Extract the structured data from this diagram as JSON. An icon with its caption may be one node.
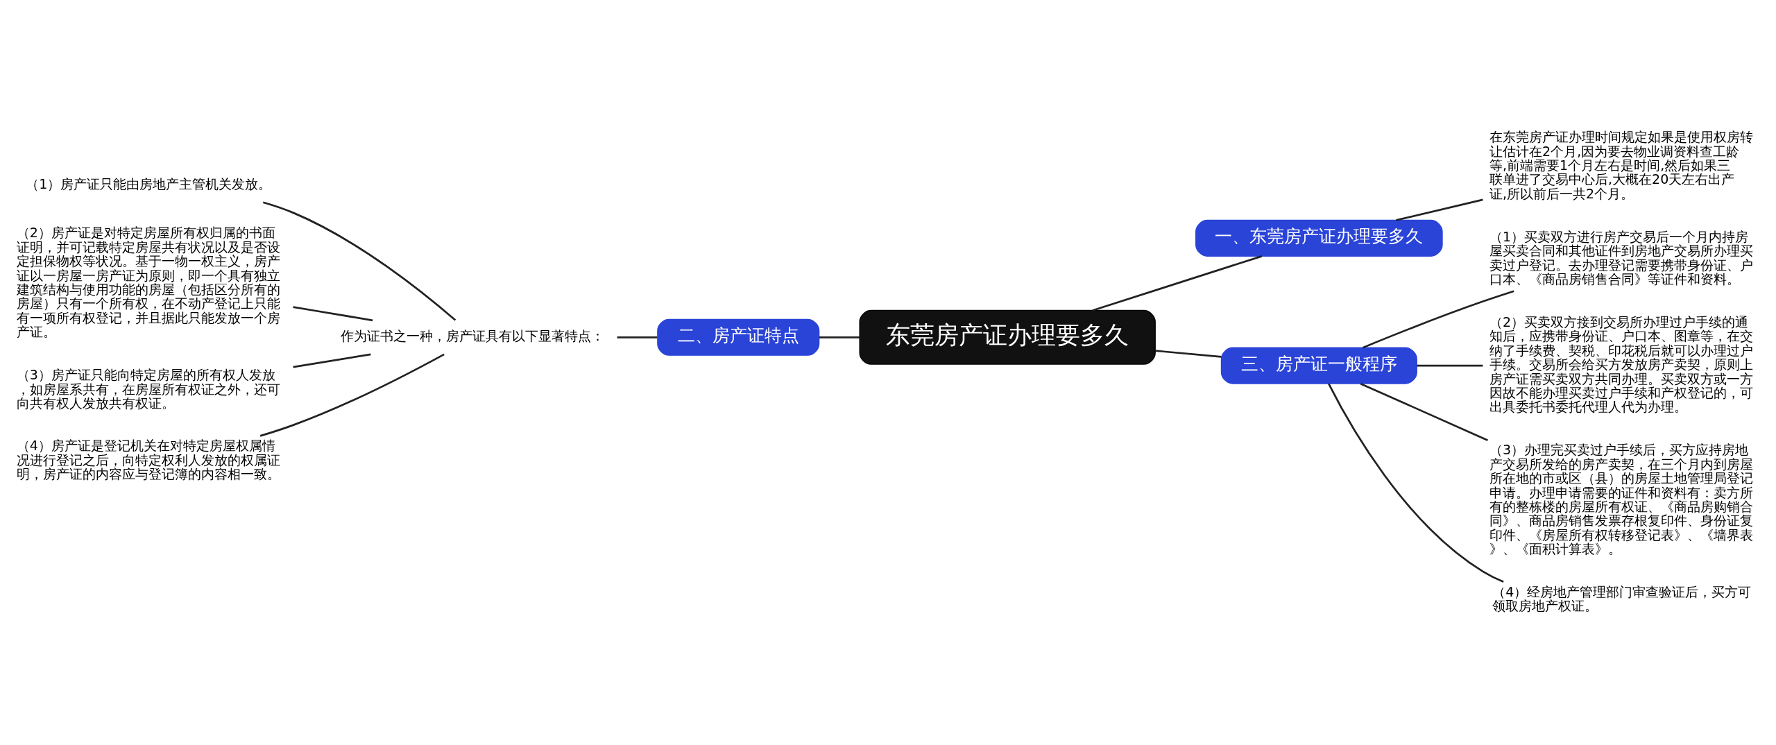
{
  "diagram": {
    "nodes": [
      {
        "text": [
          "东莞房产证办理要多久"
        ]
      },
      {
        "text": [
          "一、东莞房产证办理要多久"
        ]
      },
      {
        "text": [
          "在东莞房产证办理时间规定如果是使用权房转让估计在2个月,因为要去物业调资料查工龄等,前端需要1个月左右是时间,然后如果三联单进了交易中心后,大概在20天左右出产证,所以前后一共2个月。"
        ]
      },
      {
        "text": [
          "二、房产证特点"
        ]
      },
      {
        "text": [
          "作为证书之一种，房产证具有以下显著特点："
        ]
      },
      {
        "text": [
          "（1）房产证只能由房地产主管机关发放。"
        ]
      },
      {
        "text": [
          "（2）房产证是对特定房屋所有权归属的书面证明，并可记载特定房屋共有状况以及是否设定担保物权等状况。基于一物一权主义，房产证以一房屋一房产证为原则，即一个具有独立建筑结构与使用功能的房屋（包括区分所有的房屋）只有一个所有权，在不动产登记上只能有一项所有权登记，并且据此只能发放一个房产证。"
        ]
      },
      {
        "text": [
          "（3）房产证只能向特定房屋的所有权人发放，如房屋系共有，在房屋所有权证之外，还可向共有权人发放共有权证。"
        ]
      },
      {
        "text": [
          "（4）房产证是登记机关在对特定房屋权属情况进行登记之后，向特定权利人发放的权属证明，房产证的内容应与登记簿的内容相一致。"
        ]
      },
      {
        "text": [
          "三、房产证一般程序"
        ]
      },
      {
        "text": [
          "（1）买卖双方进行房产交易后一个月内持房屋买卖合同和其他证件到房地产交易所办理买卖过户登记。去办理登记需要携带身份证、户口本、《商品房销售合同》等证件和资料。"
        ]
      },
      {
        "text": [
          "（2）买卖双方接到交易所办理过户手续的通知后，应携带身份证、户口本、图章等，在交纳了手续费、契税、印花税后就可以办理过户手续。交易所会给买方发放房产卖契，原则上房产证需买卖双方共同办理。买卖双方或一方因故不能办理买卖过户手续和产权登记的，可出具委托书委托代理人代为办理。"
        ]
      },
      {
        "text": [
          "（3）办理完买卖过户手续后，买方应持房地产交易所发给的房产卖契，在三个月内到房屋所在地的市或区（县）的房屋土地管理局登记申请。办理申请需要的证件和资料有：卖方所有的整栋楼的房屋所有权证、《商品房购销合同》、商品房销售发票存根复印件、身份证复印件、《房屋所有权转移登记表》、《墙界表》、《面积计算表》。"
        ]
      },
      {
        "text": [
          "（4）经房地产管理部门审查验证后，买方可领取房地产权证。"
        ]
      }
    ],
    "edges": [
      {
        "from": 0,
        "to": 1,
        "arrow": "none"
      },
      {
        "from": 1,
        "to": 2,
        "arrow": "none"
      },
      {
        "from": 0,
        "to": 3,
        "arrow": "none"
      },
      {
        "from": 3,
        "to": 4,
        "arrow": "none"
      },
      {
        "from": 4,
        "to": 5,
        "arrow": "none"
      },
      {
        "from": 4,
        "to": 6,
        "arrow": "none"
      },
      {
        "from": 4,
        "to": 7,
        "arrow": "none"
      },
      {
        "from": 4,
        "to": 8,
        "arrow": "none"
      },
      {
        "from": 0,
        "to": 9,
        "arrow": "none"
      },
      {
        "from": 9,
        "to": 10,
        "arrow": "none"
      },
      {
        "from": 9,
        "to": 11,
        "arrow": "none"
      },
      {
        "from": 9,
        "to": 12,
        "arrow": "none"
      },
      {
        "from": 9,
        "to": 13,
        "arrow": "none"
      }
    ]
  }
}
